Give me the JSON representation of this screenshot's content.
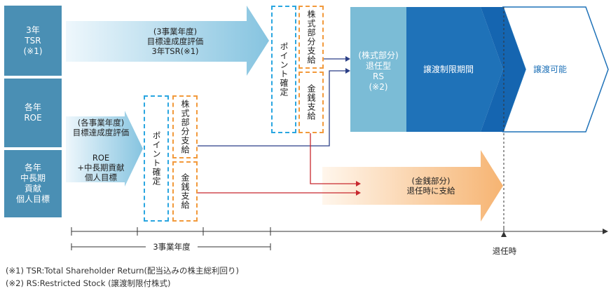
{
  "colors": {
    "side_box": "#4a8fb4",
    "tsr_arrow_gradient": [
      "#eaf5fb",
      "#8fc9e3"
    ],
    "rs_light": "#7bbcd6",
    "rs_mid": "#1f72b8",
    "rs_dark": "#1565b0",
    "cash_arrow_gradient": [
      "#fff3e6",
      "#f6b778"
    ],
    "blue_line": "#2b3f86",
    "red_line": "#c8282e",
    "blue_dash": "#2aa6e0",
    "orange_dash": "#f29a3c"
  },
  "side_boxes": {
    "tsr": "3年\nTSR\n(※1)",
    "roe": "各年\nROE",
    "individual": "各年\n中長期\n貢献\n個人目標"
  },
  "tsr_arrow": {
    "text": "(3事業年度)\n目標達成度評価\n3年TSR(※1)"
  },
  "annual_arrow": {
    "text_top": "(各事業年度)\n目標達成度評価",
    "text_bottom": "ROE\n+中長期貢献\n個人目標"
  },
  "boxes": {
    "point_confirm_1": "ポイント確定",
    "stock_portion_1": "株式部分支給",
    "cash_portion_1": "金銭支給",
    "point_confirm_2": "ポイント確定",
    "stock_portion_2": "株式部分支給",
    "cash_portion_2": "金銭支給"
  },
  "rs_arrow": {
    "label": "(株式部分)\n退任型\nRS\n(※2)",
    "restriction": "譲渡制限期間",
    "transferable": "譲渡可能"
  },
  "cash_arrow": {
    "text": "(金銭部分)\n退任時に支給"
  },
  "timeline": {
    "period_label": "3事業年度",
    "retirement_label": "退任時"
  },
  "footnotes": [
    "(※1) TSR:Total Shareholder Return(配当込みの株主総利回り)",
    "(※2) RS:Restricted Stock (譲渡制限付株式)"
  ]
}
